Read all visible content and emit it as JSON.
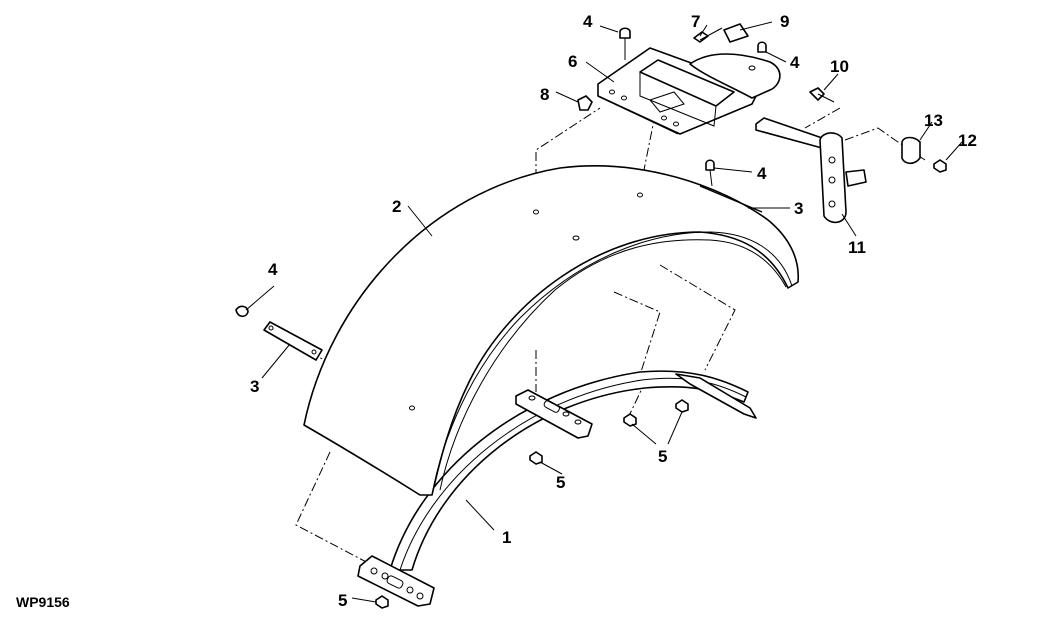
{
  "figure_code": "WP9156",
  "callouts": {
    "c1": "1",
    "c2": "2",
    "c3_left": "3",
    "c3_right": "3",
    "c4_top": "4",
    "c4_bracket": "4",
    "c4_middle": "4",
    "c4_left": "4",
    "c5_bottom": "5",
    "c5_center": "5",
    "c5_right": "5",
    "c6": "6",
    "c7": "7",
    "c8": "8",
    "c9": "9",
    "c10": "10",
    "c11": "11",
    "c12": "12",
    "c13": "13"
  }
}
